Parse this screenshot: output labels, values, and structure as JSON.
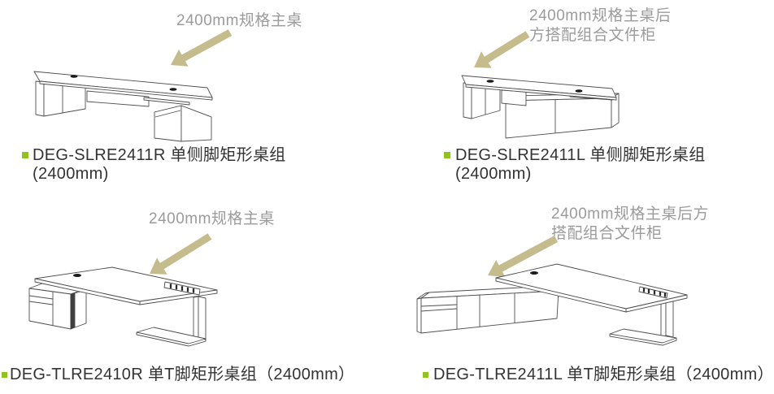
{
  "colors": {
    "annotation": "#9b9b9b",
    "arrow": "#c5bc8e",
    "bullet": "#8fc31f",
    "label": "#333333",
    "line": "#4f4f4f"
  },
  "products": [
    {
      "annotation1": "2400mm规格主桌",
      "annotation2": "",
      "code_label": "DEG-SLRE2411R 单侧脚矩形桌组",
      "size_label": "(2400mm)"
    },
    {
      "annotation1": "2400mm规格主桌后",
      "annotation2": "方搭配组合文件柜",
      "code_label": "DEG-SLRE2411L 单侧脚矩形桌组",
      "size_label": "(2400mm)"
    },
    {
      "annotation1": "2400mm规格主桌",
      "annotation2": "",
      "code_label": "DEG-TLRE2410R 单T脚矩形桌组（2400mm）",
      "size_label": ""
    },
    {
      "annotation1": "2400mm规格主桌后方",
      "annotation2": "搭配组合文件柜",
      "code_label": "DEG-TLRE2411L 单T脚矩形桌组（2400mm）",
      "size_label": ""
    }
  ]
}
